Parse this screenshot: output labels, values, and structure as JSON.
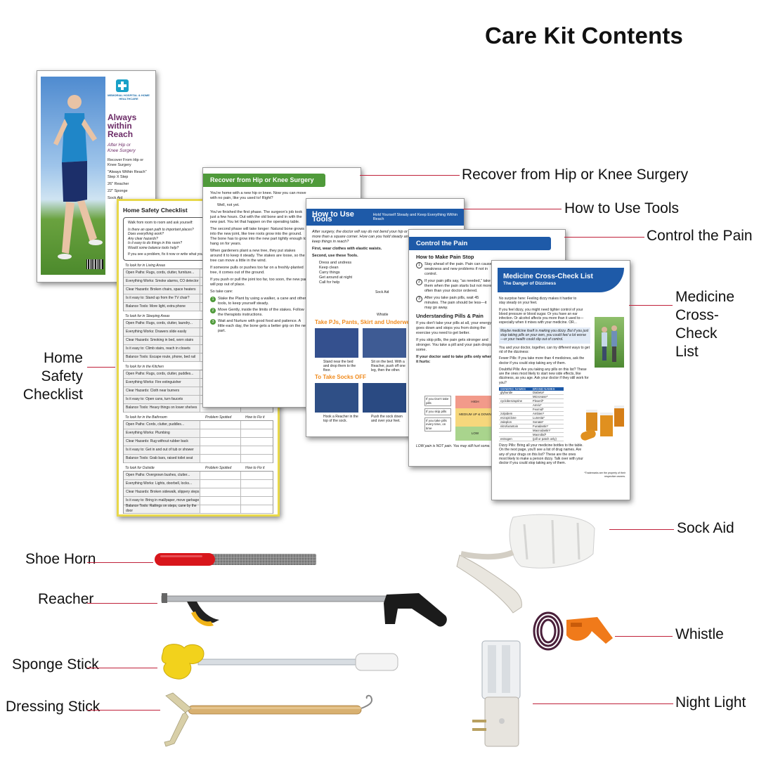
{
  "title": "Care Kit Contents",
  "callouts": {
    "recover": "Recover from Hip or Knee Surgery",
    "how_to_use": "How to Use Tools",
    "control_pain": "Control the Pain",
    "medicine": [
      "Medicine",
      "Cross-Check",
      "List"
    ],
    "home_safety": [
      "Home Safety",
      "Checklist"
    ],
    "sock_aid": "Sock Aid",
    "shoe_horn": "Shoe Horn",
    "reacher": "Reacher",
    "whistle": "Whistle",
    "sponge_stick": "Sponge Stick",
    "dressing_stick": "Dressing Stick",
    "night_light": "Night Light"
  },
  "brochure": {
    "org": "MEMORIAL HOSPITAL & HOME HEALTHCARE",
    "heading": [
      "Always",
      "within",
      "Reach"
    ],
    "subheading": [
      "After Hip or",
      "Knee Surgery"
    ],
    "items": [
      "Recover From Hip or Knee Surgery",
      "\"Always Within Reach\" Step X Step",
      "26\" Reacher",
      "22\" Sponge",
      "Sock Aid"
    ]
  },
  "checklist": {
    "title": "Home Safety Checklist",
    "intro": "Walk from room to room and ask yourself:",
    "questions": [
      "Is there an open path to important places?",
      "Does everything work?",
      "Any clear hazards?",
      "Is it easy to do things in this room?",
      "Would some balance tools help?"
    ],
    "outro": "If you see a problem, fix it now or write what you will do to fix it.",
    "col_problem": "Problem Spotted",
    "col_fix": "How to Fix it",
    "sections": [
      {
        "name": "To look for in Living Areas",
        "rows": [
          "Open Paths: Rugs, cords, clutter, furniture...",
          "Everything Works: Smoke alarms, CO detector",
          "Clear Hazards: Broken chairs, space heaters",
          "Is it easy to: Stand up from the TV chair?",
          "Balance Tools: More light, extra phone"
        ]
      },
      {
        "name": "To look for in Sleeping Areas",
        "rows": [
          "Open Paths: Rugs, cords, clutter, laundry...",
          "Everything Works: Drawers slide easily",
          "Clear Hazards: Smoking in bed, worn stairs",
          "Is it easy to: Climb stairs, reach in closets",
          "Balance Tools: Escape route, phone, bed rail"
        ]
      },
      {
        "name": "To look for in the Kitchen",
        "rows": [
          "Open Paths: Rugs, cords, clutter, puddles...",
          "Everything Works: Fire extinguisher",
          "Clear Hazards: Cloth near burners",
          "Is it easy to: Open cans, turn faucets",
          "Balance Tools: Heavy things on lower shelves"
        ]
      },
      {
        "name": "To look for in the Bathroom",
        "rows": [
          "Open Paths: Cords, clutter, puddles...",
          "Everything Works: Plumbing",
          "Clear Hazards: Rug without rubber back",
          "Is it easy to: Get in and out of tub or shower",
          "Balance Tools: Grab bars, raised toilet seat"
        ]
      },
      {
        "name": "To look for Outside",
        "rows": [
          "Open Paths: Overgrown bushes, clutter...",
          "Everything Works: Lights, doorbell, locks...",
          "Clear Hazards: Broken sidewalk, slippery steps",
          "Is it easy to: Bring in mail/paper, move garbage",
          "Balance Tools: Railings on steps, cane by the door"
        ]
      }
    ]
  },
  "recover_doc": {
    "banner": "Recover from Hip or Knee Surgery",
    "paras": [
      "You're home with a new hip or knee. Now you can move with no pain, like you used to! Right?",
      "Well, not yet.",
      "You've finished the first phase. The surgeon's job took just a few hours. Out with the old bone and in with the new part. You let that happen on the operating table.",
      "The second phase will take longer: Natural bone grows into the new joint, like tree roots grow into the ground. The bone has to grow into the new part tightly enough to hang on for years.",
      "When gardeners plant a new tree, they put stakes around it to keep it steady. The stakes are loose, so the tree can move a little in the wind.",
      "If someone pulls or pushes too far on a freshly-planted tree, it comes out of the ground.",
      "If you push or pull the joint too far, too soon, the new part will pop out of place.",
      "So take care:"
    ],
    "steps": [
      "Stake the Plant by using a walker, a cane and other tools, to keep yourself steady.",
      "Move Gently, inside the limits of the stakes. Follow the therapists instructions.",
      "Wait and Nurture with good food and patience. A little each day, the bone gets a better grip on the new part."
    ]
  },
  "tools_doc": {
    "banner": "How to Use Tools",
    "banner_sub": "Hold Yourself Steady and Keep Everything Within Reach",
    "intro": "After surgery, the doctor will say do not bend your hip or knee more than a square corner. How can you hold steady and yet keep things in reach?",
    "first": "First, wear clothes with elastic waists.",
    "second": "Second, use these Tools.",
    "list": [
      "Dress and undress",
      "Keep clean",
      "Carry things",
      "Get around at night",
      "Call for help"
    ],
    "labels": [
      "Sock Aid",
      "Whistle"
    ],
    "section1": "Take PJs, Pants, Skirt and Underwear Off",
    "section2": "To Take Socks OFF",
    "cap1": "Stand near the bed and drop them to the floor.",
    "cap2": "Sit on the bed. With a Reacher, push off one leg, then the other.",
    "cap3": "Hook a Reacher in the top of the sock.",
    "cap4": "Push the sock down and over your feet."
  },
  "pain_doc": {
    "banner": "Control the Pain",
    "h1": "How to Make Pain Stop",
    "steps": [
      "Stay ahead of the pain. Pain can cause weakness and new problems if not in control.",
      "If your pain pills say, \"as needed,\" take them when the pain starts but not more often than your doctor ordered.",
      "After you take pain pills, wait 45 minutes. The pain should be less—it may go away."
    ],
    "h2": "Understanding Pills & Pain",
    "p1": "If you don't take your pills at all, your energy goes down and stops you from doing the exercise you need to get better.",
    "p2": "If you skip pills, the pain gets stronger and stronger. You take a pill and your pain drops some.",
    "p3": "If your doctor said to take pills only when it hurts:",
    "chart_left": [
      "If you Don't take pills",
      "If you skip pills",
      "If you take pills every time, on time"
    ],
    "chart_levels": [
      "HIGH",
      "MEDIUM UP & DOWN",
      "LOW"
    ],
    "foot": "LOW pain is NOT pain. You may still hurt some."
  },
  "med_doc": {
    "title": "Medicine Cross-Check List",
    "subtitle": "The Danger of Dizziness",
    "intro": "No surprise here: Feeling dizzy makes it harder to stay steady on your feet.",
    "p1": "If you feel dizzy, you might need tighter control of your blood pressure or blood sugar. Or you have an ear infection. Or alcohol affects you more than it used to—especially when it mixes with your medicine. OR...",
    "note": "Maybe medicine itself is making you dizzy. But if you just stop taking pills on your own, you could feel a lot worse—or your health could slip out of control.",
    "p2": "You and your doctor, together, can try different ways to get rid of the dizziness:",
    "b1": "Fewer Pills: If you take more than 4 medicines, ask the doctor if you could stop taking any of them.",
    "b2": "Doubtful Pills: Are you taking any pills on this list? These are the ones most likely to start new side effects, like dizziness, as you age. Ask your doctor if they still work for you?",
    "table_head": [
      "GENERIC NAMES",
      "BRAND NAMES"
    ],
    "table_rows": [
      [
        "glyburide",
        "Diabeta*"
      ],
      [
        "",
        "Micronase*"
      ],
      [
        "cyclobenzaprine",
        "Flexeril*"
      ],
      [
        "",
        "Amrix*"
      ],
      [
        "",
        "Fexmid*"
      ],
      [
        "zolpidem",
        "Ambien*"
      ],
      [
        "eszopiclone",
        "Lunesta*"
      ],
      [
        "zaleplon",
        "Sonata*"
      ],
      [
        "nitrofurantoin",
        "Furadantin*"
      ],
      [
        "",
        "Macrodantin*"
      ],
      [
        "",
        "Macrobid*"
      ],
      [
        "estrogen",
        "(pill or patch only)"
      ]
    ],
    "b3": "Dizzy Pills: Bring all your medicine bottles to the table. On the next page, you'll see a list of drug names. Are any of your drugs on this list? These are the ones most likely to make a person dizzy. Talk over with your doctor if you could stop taking any of them.",
    "tm": "*Trademarks are the property of their respective owners."
  },
  "colors": {
    "callout_line": "#c0213a",
    "banner_green": "#4f9a3a",
    "banner_blue": "#1e5aa8",
    "brochure_purple": "#6b2a66",
    "checklist_border": "#e8d84a",
    "sponge_yellow": "#f2d21c",
    "whistle_orange": "#f07a1a",
    "shoe_horn_red": "#d8161b"
  }
}
